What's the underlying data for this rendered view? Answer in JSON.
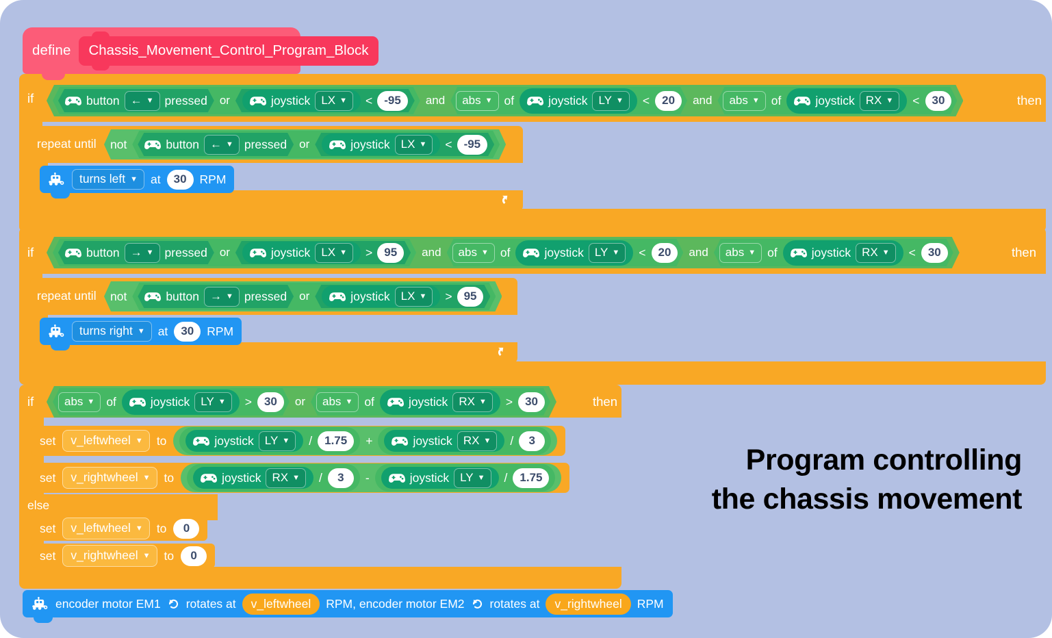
{
  "page": {
    "background_color": "#b3c0e3",
    "caption_line1": "Program controlling",
    "caption_line2": "the chassis movement"
  },
  "palette": {
    "define_block": "#fc5c78",
    "control_block": "#f9a825",
    "sensing_block": "#21a366",
    "operator_block": "#59bf6b",
    "motion_block": "#2196f3",
    "variable_block": "#f9a71b",
    "number_field": "#ffffff"
  },
  "define": {
    "keyword": "define",
    "name": "Chassis_Movement_Control_Program_Block"
  },
  "if1": {
    "keyword": "if",
    "then": "then",
    "cond_or": "or",
    "cond_and1": "and",
    "cond_and2": "and",
    "c1": {
      "icon": "gamepad-icon",
      "label": "button",
      "dropdown": "←",
      "suffix": "pressed"
    },
    "c2": {
      "icon": "gamepad-icon",
      "label": "joystick",
      "dropdown": "LX",
      "op": "<",
      "value": "-95"
    },
    "c3": {
      "func": "abs",
      "of": "of",
      "icon": "gamepad-icon",
      "label": "joystick",
      "dropdown": "LY",
      "op": "<",
      "value": "20"
    },
    "c4": {
      "func": "abs",
      "of": "of",
      "icon": "gamepad-icon",
      "label": "joystick",
      "dropdown": "RX",
      "op": "<",
      "value": "30"
    },
    "repeat": {
      "keyword": "repeat until",
      "not": "not",
      "or": "or",
      "a": {
        "icon": "gamepad-icon",
        "label": "button",
        "dropdown": "←",
        "suffix": "pressed"
      },
      "b": {
        "icon": "gamepad-icon",
        "label": "joystick",
        "dropdown": "LX",
        "op": "<",
        "value": "-95"
      }
    },
    "motion": {
      "icon": "chassis-icon",
      "dropdown": "turns left",
      "at": "at",
      "value": "30",
      "unit": "RPM"
    },
    "loop_icon": "loop-arrow-icon"
  },
  "if2": {
    "keyword": "if",
    "then": "then",
    "cond_or": "or",
    "cond_and1": "and",
    "cond_and2": "and",
    "c1": {
      "icon": "gamepad-icon",
      "label": "button",
      "dropdown": "→",
      "suffix": "pressed"
    },
    "c2": {
      "icon": "gamepad-icon",
      "label": "joystick",
      "dropdown": "LX",
      "op": ">",
      "value": "95"
    },
    "c3": {
      "func": "abs",
      "of": "of",
      "icon": "gamepad-icon",
      "label": "joystick",
      "dropdown": "LY",
      "op": "<",
      "value": "20"
    },
    "c4": {
      "func": "abs",
      "of": "of",
      "icon": "gamepad-icon",
      "label": "joystick",
      "dropdown": "RX",
      "op": "<",
      "value": "30"
    },
    "repeat": {
      "keyword": "repeat until",
      "not": "not",
      "or": "or",
      "a": {
        "icon": "gamepad-icon",
        "label": "button",
        "dropdown": "→",
        "suffix": "pressed"
      },
      "b": {
        "icon": "gamepad-icon",
        "label": "joystick",
        "dropdown": "LX",
        "op": ">",
        "value": "95"
      }
    },
    "motion": {
      "icon": "chassis-icon",
      "dropdown": "turns right",
      "at": "at",
      "value": "30",
      "unit": "RPM"
    },
    "loop_icon": "loop-arrow-icon"
  },
  "if3": {
    "keyword": "if",
    "then": "then",
    "else": "else",
    "cond_or": "or",
    "c1": {
      "func": "abs",
      "of": "of",
      "icon": "gamepad-icon",
      "label": "joystick",
      "dropdown": "LY",
      "op": ">",
      "value": "30"
    },
    "c2": {
      "func": "abs",
      "of": "of",
      "icon": "gamepad-icon",
      "label": "joystick",
      "dropdown": "RX",
      "op": ">",
      "value": "30"
    },
    "set1": {
      "keyword": "set",
      "variable": "v_leftwheel",
      "to": "to",
      "term1": {
        "icon": "gamepad-icon",
        "label": "joystick",
        "dropdown": "LY",
        "div": "/",
        "value": "1.75"
      },
      "operator": "+",
      "term2": {
        "icon": "gamepad-icon",
        "label": "joystick",
        "dropdown": "RX",
        "div": "/",
        "value": "3"
      }
    },
    "set2": {
      "keyword": "set",
      "variable": "v_rightwheel",
      "to": "to",
      "term1": {
        "icon": "gamepad-icon",
        "label": "joystick",
        "dropdown": "RX",
        "div": "/",
        "value": "3"
      },
      "operator": "-",
      "term2": {
        "icon": "gamepad-icon",
        "label": "joystick",
        "dropdown": "LY",
        "div": "/",
        "value": "1.75"
      }
    },
    "set3": {
      "keyword": "set",
      "variable": "v_leftwheel",
      "to": "to",
      "value": "0"
    },
    "set4": {
      "keyword": "set",
      "variable": "v_rightwheel",
      "to": "to",
      "value": "0"
    }
  },
  "motor": {
    "icon": "chassis-icon",
    "text1": "encoder motor EM1",
    "rotate_icon1": "rotate-ccw-icon",
    "text2": "rotates at",
    "var1": "v_leftwheel",
    "text3": "RPM, encoder motor EM2",
    "rotate_icon2": "rotate-ccw-icon",
    "text4": "rotates at",
    "var2": "v_rightwheel",
    "text5": "RPM"
  }
}
